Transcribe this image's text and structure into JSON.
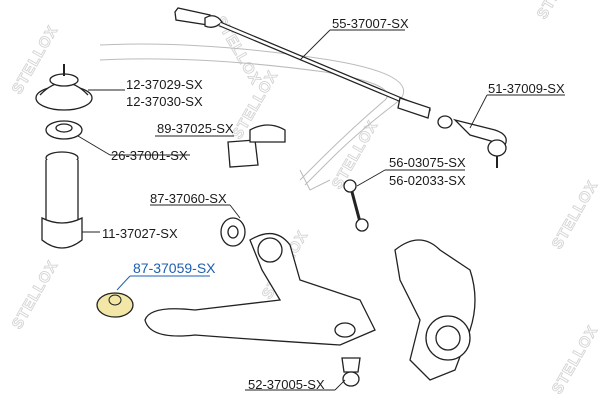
{
  "watermark": "STELLOX",
  "highlight_color": "#1d5fb0",
  "highlight_part_color": "#f2e7a6",
  "labels": {
    "tie_rod": "55-37007-SX",
    "mount_a": "12-37029-SX",
    "mount_b": "12-37030-SX",
    "tie_rod_end": "51-37009-SX",
    "stab_bushing": "89-37025-SX",
    "bump_plate": "26-37001-SX",
    "link_a": "56-03075-SX",
    "link_b": "56-02033-SX",
    "arm_bushing_front": "87-37060-SX",
    "boot": "11-37027-SX",
    "arm_bushing_rear": "87-37059-SX",
    "ball_joint": "52-37005-SX"
  }
}
